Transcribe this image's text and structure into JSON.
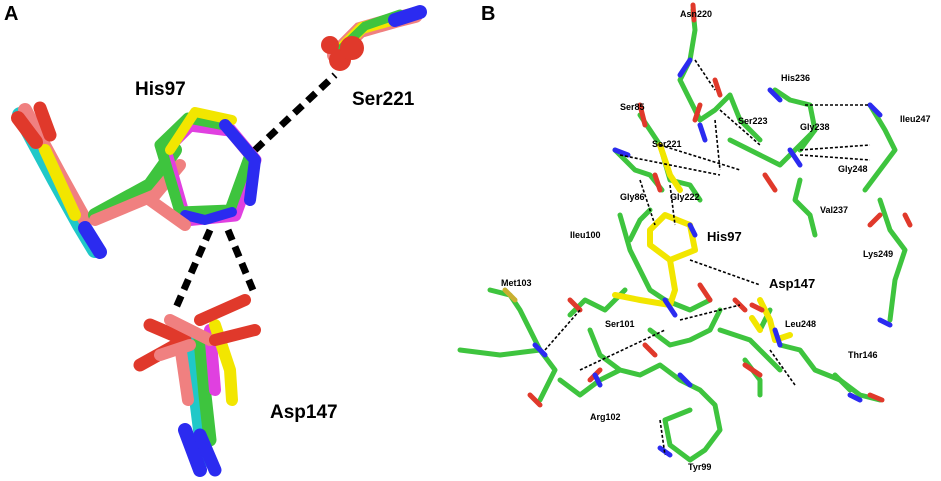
{
  "panels": {
    "a": {
      "letter": "A",
      "labels": {
        "his97": "His97",
        "ser221": "Ser221",
        "asp147": "Asp147"
      }
    },
    "b": {
      "letter": "B",
      "labels": {
        "asn220": "Asn220",
        "his236": "His236",
        "ser85": "Ser85",
        "ser223": "Ser223",
        "gly238": "Gly238",
        "ileu247": "Ileu247",
        "ser221": "Ser221",
        "gly248": "Gly248",
        "gly86": "Gly86",
        "gly222": "Gly222",
        "val237": "Val237",
        "ileu100": "Ileu100",
        "his97": "His97",
        "lys249": "Lys249",
        "met103": "Met103",
        "asp147": "Asp147",
        "ser101": "Ser101",
        "leu248": "Leu248",
        "thr146": "Thr146",
        "arg102": "Arg102",
        "tyr99": "Tyr99"
      }
    }
  },
  "colors": {
    "carbon_green": "#3ec43e",
    "ligand_yellow": "#f2e600",
    "oxygen_red": "#e0392b",
    "nitrogen_blue": "#2b2bf0",
    "sulfur": "#c8b030",
    "pink": "#f08080",
    "magenta": "#e040e0",
    "cyan": "#20c8c8",
    "hbond_black": "#000000"
  }
}
